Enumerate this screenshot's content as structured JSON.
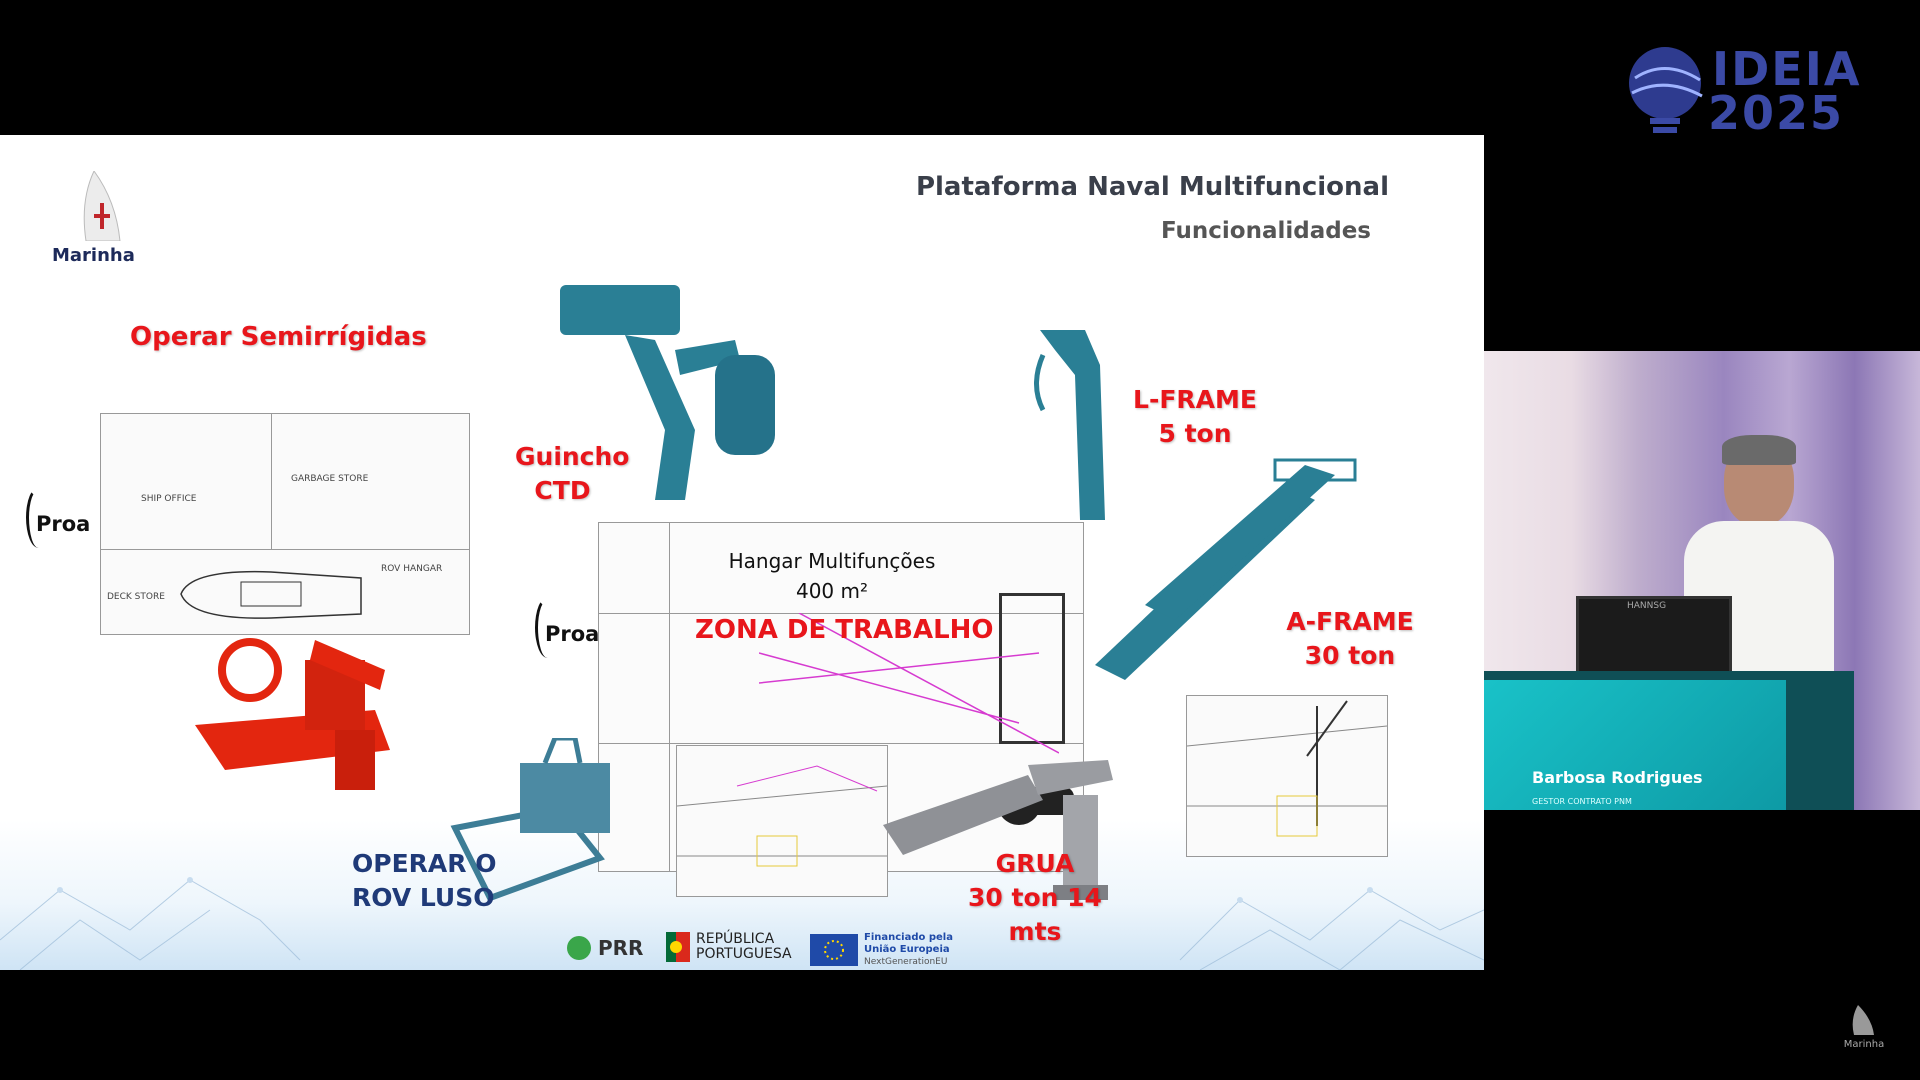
{
  "event_logo": {
    "line1": "IDEIA",
    "line2": "2025"
  },
  "slide": {
    "title": "Plataforma Naval Multifuncional",
    "subtitle": "Funcionalidades",
    "org_logo_text": "Marinha",
    "labels": {
      "operar_semirrigidas": "Operar Semirrígidas",
      "guincho_line1": "Guincho",
      "guincho_line2": "CTD",
      "lframe_line1": "L-FRAME",
      "lframe_line2": "5 ton",
      "aframe_line1": "A-FRAME",
      "aframe_line2": "30 ton",
      "rov_line1": "OPERAR O",
      "rov_line2": "ROV LUSO",
      "grua_line1": "GRUA",
      "grua_line2": "30 ton 14 mts",
      "proa_left": "Proa",
      "proa_center": "Proa",
      "hangar_line1": "Hangar Multifunções",
      "hangar_line2": "400 m²",
      "zona": "ZONA DE TRABALHO"
    },
    "plan_left_labels": {
      "ship_office": "SHIP OFFICE",
      "garbage_store": "GARBAGE STORE",
      "rov_hangar": "ROV HANGAR",
      "deck_store": "DECK STORE"
    },
    "footer": {
      "prr": "PRR",
      "republica_line1": "REPÚBLICA",
      "republica_line2": "PORTUGUESA",
      "eu_line1": "Financiado pela",
      "eu_line2": "União Europeia",
      "eu_line3": "NextGenerationEU"
    }
  },
  "speaker_panel": {
    "lower_third_name": "Barbosa Rodrigues",
    "lower_third_role": "GESTOR CONTRATO PNM",
    "monitor_brand": "HANNSG"
  },
  "watermark": {
    "text": "Marinha"
  },
  "colors": {
    "label_red": "#e8161b",
    "label_blue": "#1f3a78",
    "equipment_teal": "#2a7f95",
    "equipment_red": "#e3260f",
    "event_blue": "#3b4aa6",
    "screen_cyan": "#19c2c8"
  }
}
